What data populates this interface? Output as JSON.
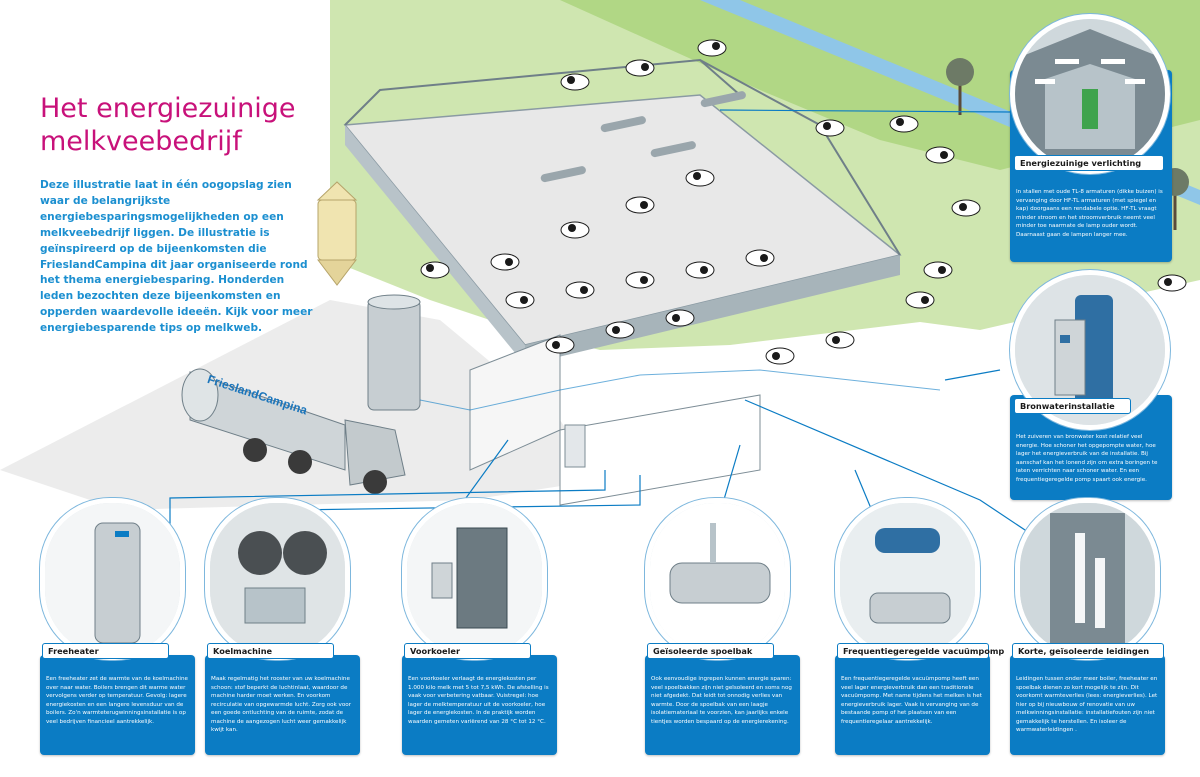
{
  "title_lines": [
    "Het energiezuinige",
    "melkveebedrijf"
  ],
  "intro": "Deze illustratie laat in één oogopslag zien waar de belangrijkste energiebesparingsmogelijkheden op een melkveebedrijf liggen. De illustratie is geïnspireerd op de bijeenkomsten die FrieslandCampina dit jaar organiseerde rond het thema energiebesparing. Honderden leden bezochten deze bijeenkomsten en opperden waardevolle ideeën. Kijk voor meer energiebesparende tips op melkweb.",
  "truck_brand": "FrieslandCampina",
  "colors": {
    "accent_blue": "#0b7cc4",
    "title_magenta": "#c8117a",
    "intro_blue": "#1b8fd0",
    "grass": "#8cc63f"
  },
  "panels": {
    "verlichting": {
      "label": "Energiezuinige verlichting",
      "text": "In stallen met oude TL-8 armaturen (dikke buizen) is vervanging door HF-TL armaturen (met spiegel en kap) doorgaans een rendabele optie. HF-TL vraagt minder stroom en het stroomverbruik neemt veel minder toe naarmate de lamp ouder wordt. Daarnaast gaan de lampen langer mee."
    },
    "bronwater": {
      "label": "Bronwaterinstallatie",
      "text": "Het zuiveren van bronwater kost relatief veel energie. Hoe schoner het opgepompte water, hoe lager het energieverbruik van de installatie. Bij aanschaf kan het lonend zijn om extra boringen te laten verrichten naar schoner water. En een frequentiegeregelde pomp spaart ook energie."
    },
    "freeheater": {
      "label": "Freeheater",
      "text": "Een freeheater zet de warmte van de koelmachine over naar water. Boilers brengen dit warme water vervolgens verder op temperatuur. Gevolg: lagere energiekosten en een langere levensduur van de boilers. Zo'n warmteterugwinningsinstallatie is op veel bedrijven financieel aantrekkelijk."
    },
    "koelmachine": {
      "label": "Koelmachine",
      "text": "Maak regelmatig het rooster van uw koelmachine schoon: stof beperkt de luchtinlaat, waardoor de machine harder moet werken. En voorkom recirculatie van opgewarmde lucht. Zorg ook voor een goede ontluchting van de ruimte, zodat de machine de aangezogen lucht weer gemakkelijk kwijt kan."
    },
    "voorkoeler": {
      "label": "Voorkoeler",
      "text": "Een voorkoeler verlaagt de energiekosten per 1.000 kilo melk met 5 tot 7,5 kWh. De afstelling is vaak voor verbetering vatbaar. Vuistregel: hoe lager de melktemperatuur uit de voorkoeler, hoe lager de energiekosten. In de praktijk worden waarden gemeten variërend van 28 °C tot 12 °C."
    },
    "spoelbak": {
      "label": "Geïsoleerde spoelbak",
      "text": "Ook eenvoudige ingrepen kunnen energie sparen: veel spoelbakken zijn niet geïsoleerd en soms nog niet afgedekt. Dat leidt tot onnodig verlies van warmte. Door de spoelbak van een laagje isolatiemateriaal te voorzien, kan jaarlijks enkele tientjes worden bespaard op de energierekening."
    },
    "vacuumpomp": {
      "label": "Frequentiegeregelde vacuümpomp",
      "text": "Een frequentiegeregelde vacuümpomp heeft een veel lager energieverbruik dan een traditionele vacuümpomp. Met name tijdens het melken is het energieverbruik lager. Vaak is vervanging van de bestaande pomp of het plaatsen van een frequentieregelaar aantrekkelijk."
    },
    "leidingen": {
      "label": "Korte, geïsoleerde leidingen",
      "text": "Leidingen tussen onder meer boiler, freeheater en spoelbak dienen zo kort mogelijk te zijn. Dit voorkomt warmteverlies (lees: energieverlies). Let hier op bij nieuwbouw of renovatie van uw melkwinningsinstallatie: installatiefouten zijn niet gemakkelijk te herstellen. En isoleer de warmwaterleidingen ."
    }
  }
}
